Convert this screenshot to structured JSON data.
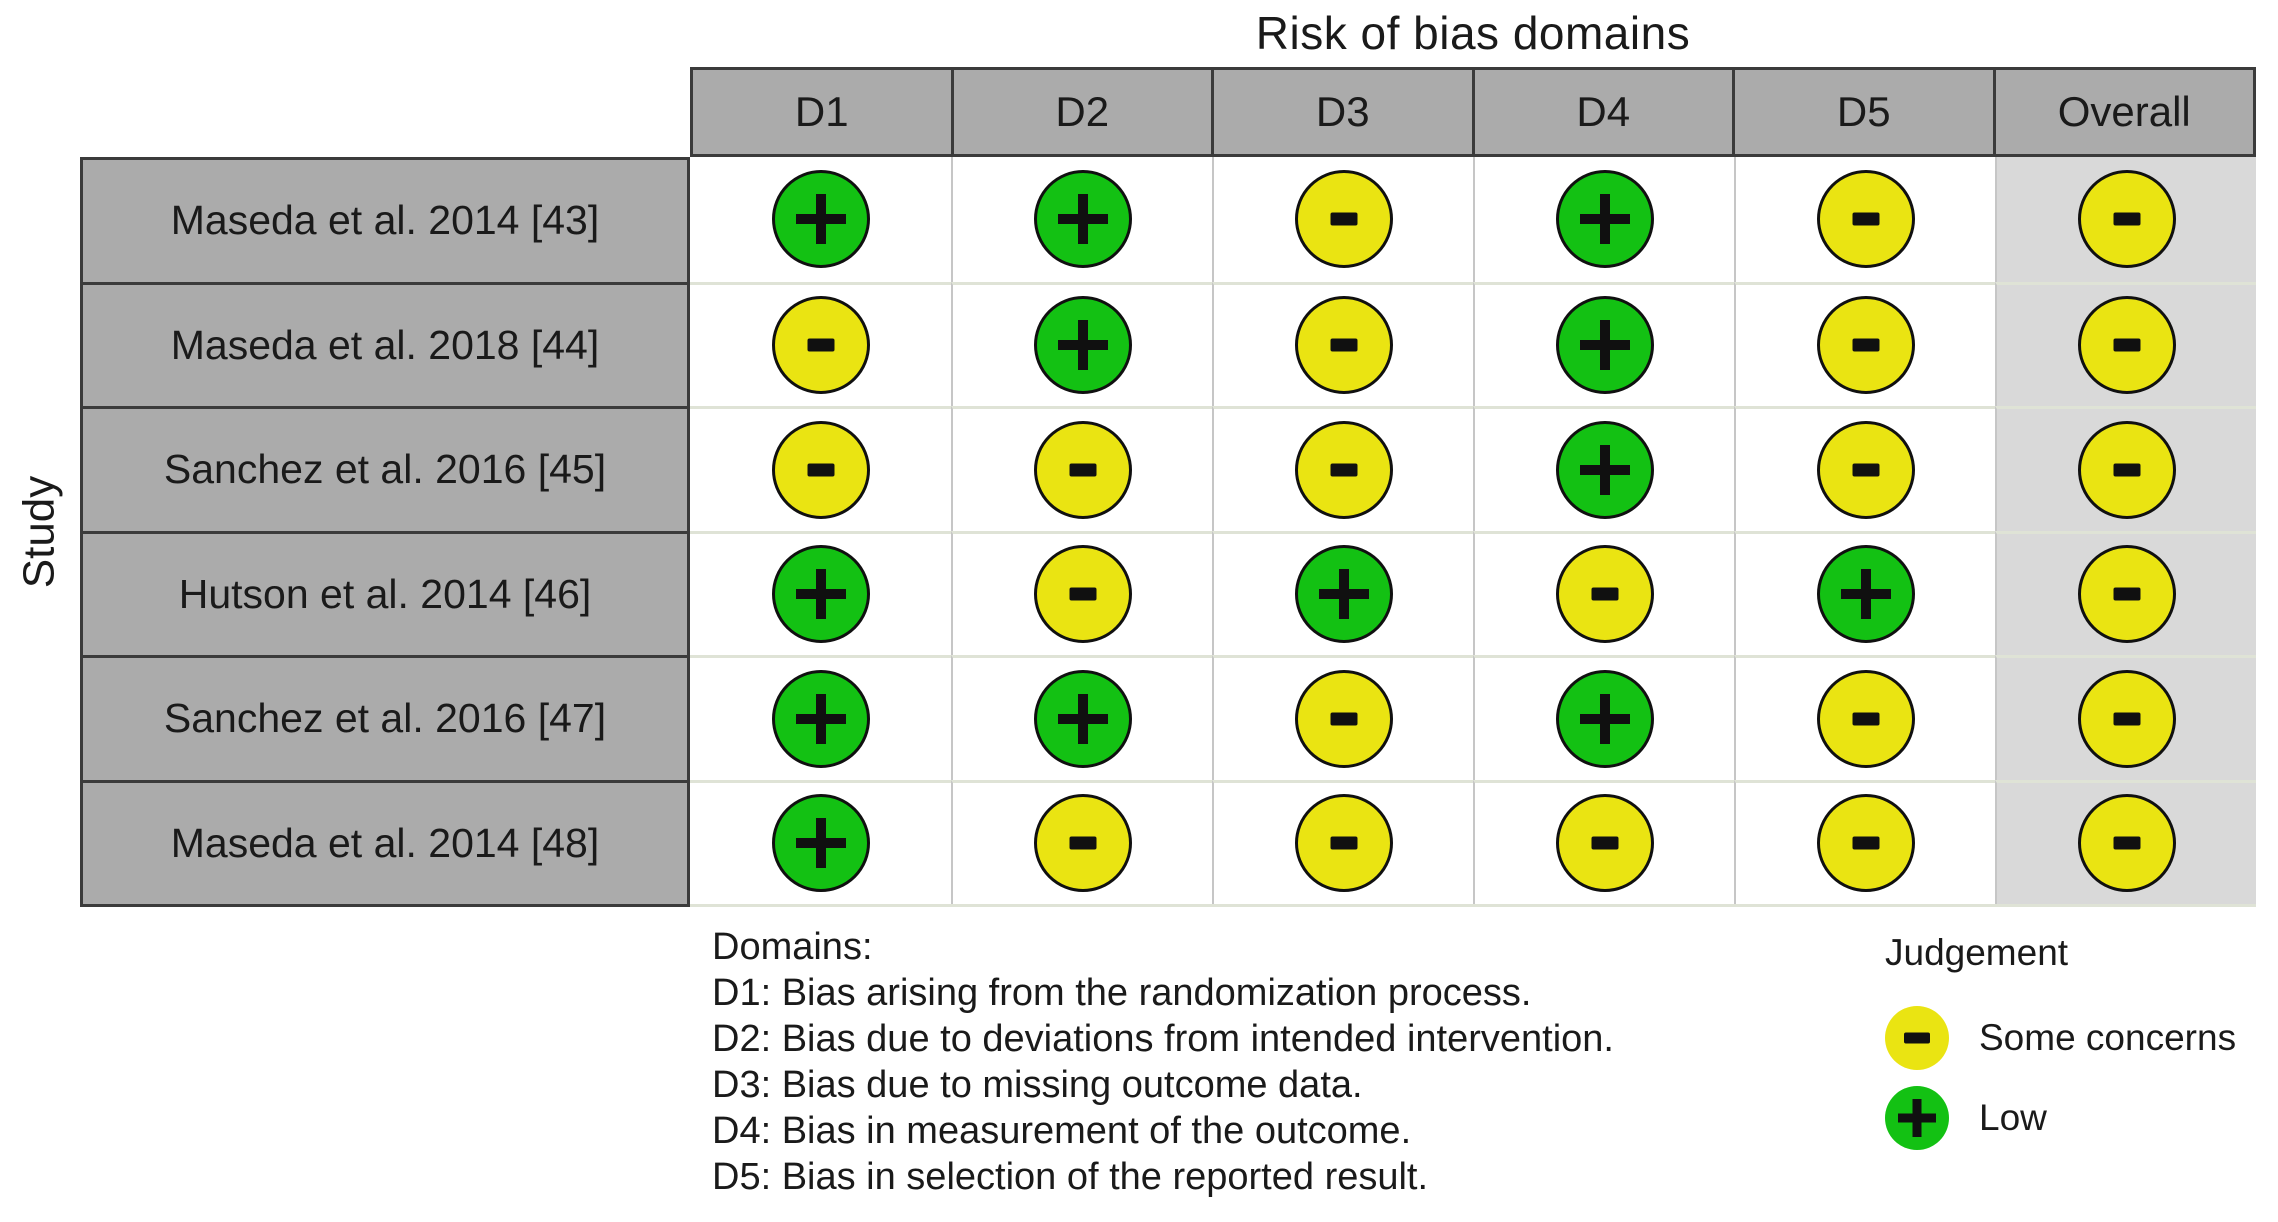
{
  "chart_data": {
    "type": "table",
    "title": "Risk of bias domains",
    "ylabel": "Study",
    "columns": [
      "D1",
      "D2",
      "D3",
      "D4",
      "D5",
      "Overall"
    ],
    "rows": [
      {
        "study": "Maseda et al. 2014 [43]",
        "judgements": [
          "low",
          "low",
          "concerns",
          "low",
          "concerns",
          "concerns"
        ]
      },
      {
        "study": "Maseda et al. 2018 [44]",
        "judgements": [
          "concerns",
          "low",
          "concerns",
          "low",
          "concerns",
          "concerns"
        ]
      },
      {
        "study": "Sanchez et al. 2016 [45]",
        "judgements": [
          "concerns",
          "concerns",
          "concerns",
          "low",
          "concerns",
          "concerns"
        ]
      },
      {
        "study": "Hutson et al. 2014 [46]",
        "judgements": [
          "low",
          "concerns",
          "low",
          "concerns",
          "low",
          "concerns"
        ]
      },
      {
        "study": "Sanchez et al. 2016 [47]",
        "judgements": [
          "low",
          "low",
          "concerns",
          "low",
          "concerns",
          "concerns"
        ]
      },
      {
        "study": "Maseda et al. 2014 [48]",
        "judgements": [
          "low",
          "concerns",
          "concerns",
          "concerns",
          "concerns",
          "concerns"
        ]
      }
    ],
    "judgement_labels": {
      "low": "Low",
      "concerns": "Some concerns"
    },
    "symbols": {
      "low": "+",
      "concerns": "-"
    },
    "colors": {
      "low": "#13C113",
      "concerns": "#EAE412",
      "header_bg": "#ABABAB",
      "overall_bg": "#D9D9D9",
      "border_dark": "#3B3B3B"
    },
    "domains_note": {
      "heading": "Domains:",
      "items": [
        "D1: Bias arising from the randomization process.",
        "D2: Bias due to deviations from intended intervention.",
        "D3: Bias due to missing outcome data.",
        "D4: Bias in measurement of the outcome.",
        "D5: Bias in selection of the reported result."
      ]
    },
    "legend": {
      "heading": "Judgement",
      "items": [
        {
          "key": "concerns",
          "label": "Some concerns"
        },
        {
          "key": "low",
          "label": "Low"
        }
      ]
    }
  }
}
